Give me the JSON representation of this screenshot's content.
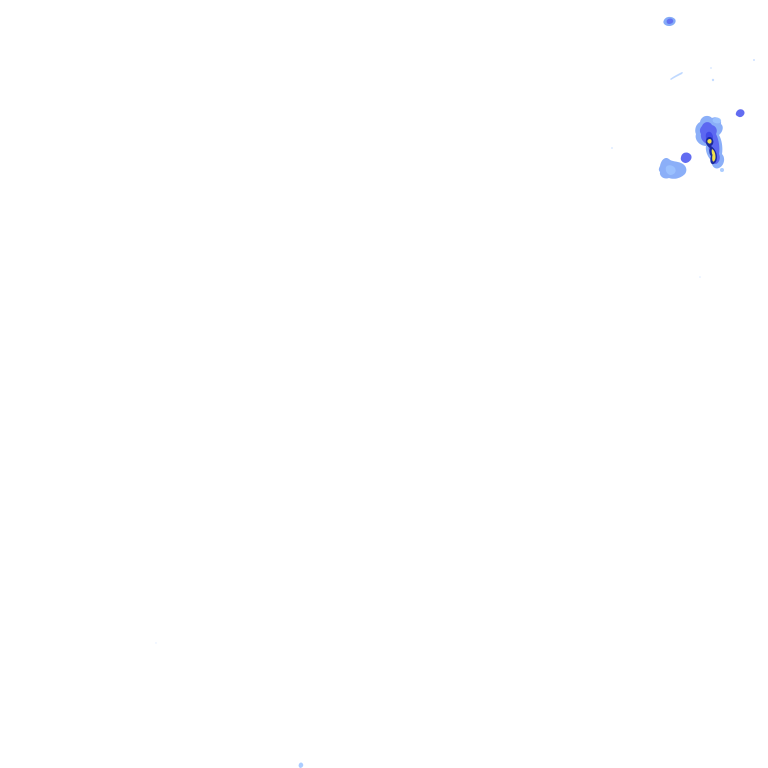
{
  "layer": {
    "type": "weather-radar-reflectivity-overlay",
    "background": "transparent",
    "legend_visible": false,
    "text_visible": false
  },
  "palette": {
    "light_rain": "#9ec4ff",
    "light_rain_2": "#7ea6f7",
    "moderate_rain": "#5a64f0",
    "moderate_rain_dark": "#3f49e6",
    "heavy_core": "#f3e24a",
    "heavy_core_edge": "#1b2a9e"
  },
  "echoes": {
    "count_visible": 9,
    "strongest_intensity": "heavy"
  }
}
